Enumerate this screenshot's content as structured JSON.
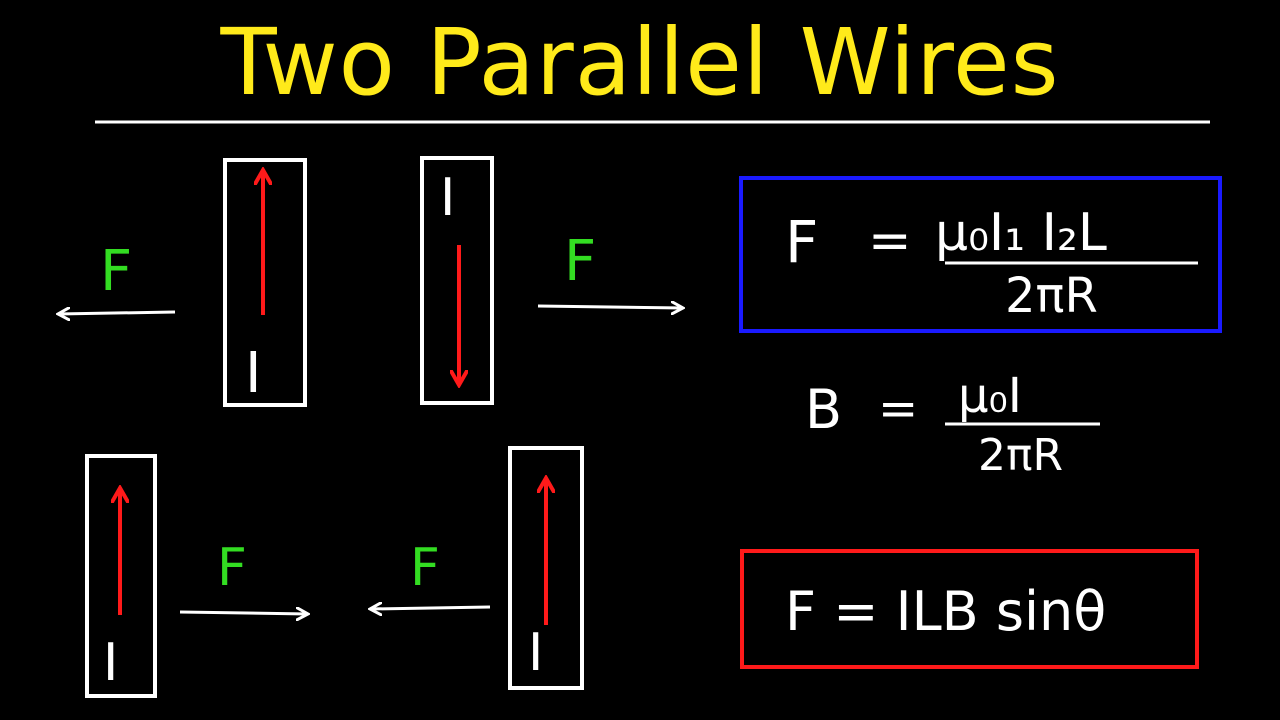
{
  "title": "Two Parallel Wires",
  "colors": {
    "background": "#000000",
    "title": "#ffea1a",
    "chalk": "#ffffff",
    "current_arrow": "#ff1a1a",
    "force_label": "#33dd22",
    "box_force_formula": "#1a1aff",
    "box_lorentz_formula": "#ff1a1a"
  },
  "labels": {
    "force": "F",
    "current": "I"
  },
  "formulas": {
    "force_between_wires": {
      "lhs": "F",
      "eq": "=",
      "numerator": "μ₀I₁ I₂L",
      "denominator": "2πR"
    },
    "magnetic_field": {
      "lhs": "B",
      "eq": "=",
      "numerator": "μ₀I",
      "denominator": "2πR"
    },
    "lorentz_force": "F = ILB sinθ"
  }
}
